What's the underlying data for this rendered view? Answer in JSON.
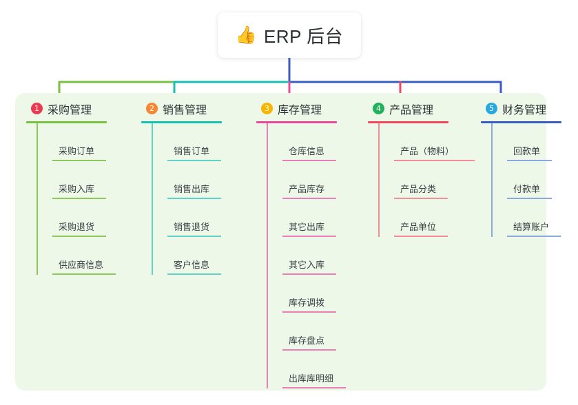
{
  "diagram": {
    "type": "tree-mindmap",
    "background_color": "#ffffff",
    "panel_color": "#eef8e9",
    "root": {
      "icon": "thumbs-up-emoji",
      "icon_glyph": "👍",
      "title": "ERP 后台"
    },
    "branches": [
      {
        "number": "1",
        "title": "采购管理",
        "badge_color": "#ec3b50",
        "line_color": "#7ac143",
        "leaf_rule_color": "#8cc85a",
        "items": [
          "采购订单",
          "采购入库",
          "采购退货",
          "供应商信息"
        ]
      },
      {
        "number": "2",
        "title": "销售管理",
        "badge_color": "#f58634",
        "line_color": "#16c1b0",
        "leaf_rule_color": "#5fd3c7",
        "items": [
          "销售订单",
          "销售出库",
          "销售退货",
          "客户信息"
        ]
      },
      {
        "number": "3",
        "title": "库存管理",
        "badge_color": "#f7b500",
        "line_color": "#ec4899",
        "leaf_rule_color": "#e87fb8",
        "items": [
          "仓库信息",
          "产品库存",
          "其它出库",
          "其它入库",
          "库存调拨",
          "库存盘点",
          "出库库明细"
        ]
      },
      {
        "number": "4",
        "title": "产品管理",
        "badge_color": "#23b15c",
        "line_color": "#f4475c",
        "leaf_rule_color": "#f28e96",
        "items": [
          "产品（物料）",
          "产品分类",
          "产品单位"
        ]
      },
      {
        "number": "5",
        "title": "财务管理",
        "badge_color": "#29a8e0",
        "line_color": "#3a5bbf",
        "leaf_rule_color": "#8ba8e0",
        "items": [
          "回款单",
          "付款单",
          "结算账户"
        ]
      }
    ],
    "connectors": {
      "root_stem_color": "#3a5bbf",
      "segment_1_color": "#7ac143",
      "segment_2_color": "#16c1b0",
      "segment_3_color": "#3a5bbf",
      "drop_1_color": "#7ac143",
      "drop_2_color": "#16c1b0",
      "drop_3_color": "#ec4899",
      "drop_4_color": "#f4475c",
      "drop_5_color": "#3a5bbf"
    }
  }
}
